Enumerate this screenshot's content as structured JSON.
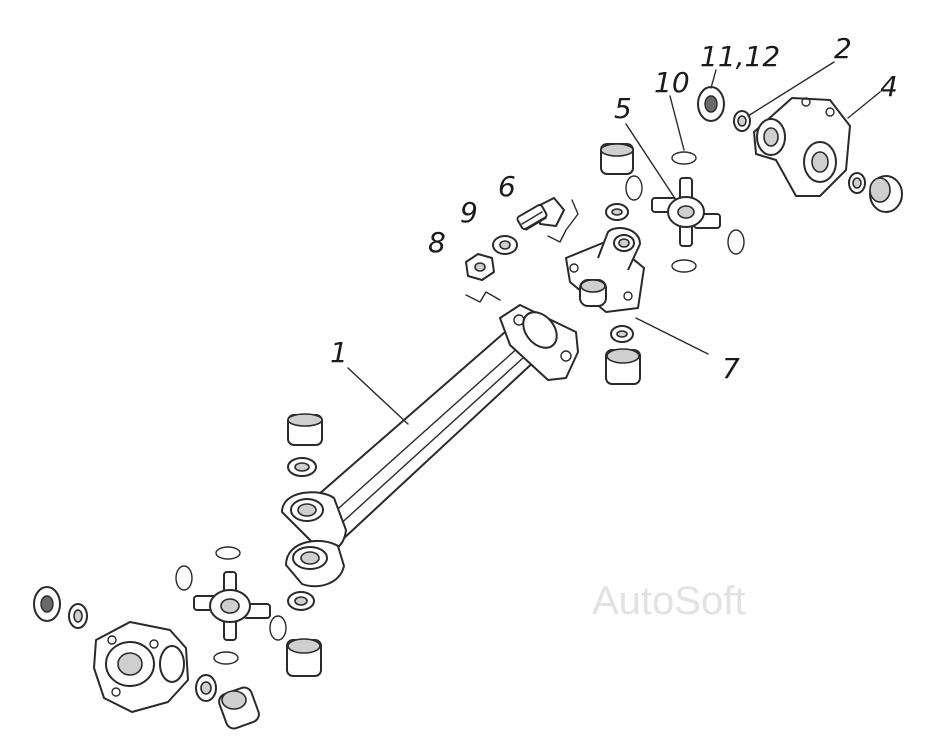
{
  "callouts": {
    "c1": "1",
    "c2": "2",
    "c4": "4",
    "c5": "5",
    "c6": "6",
    "c7": "7",
    "c8": "8",
    "c9": "9",
    "c10": "10",
    "c11_12": "11,12"
  },
  "watermark": "AutoSoft"
}
